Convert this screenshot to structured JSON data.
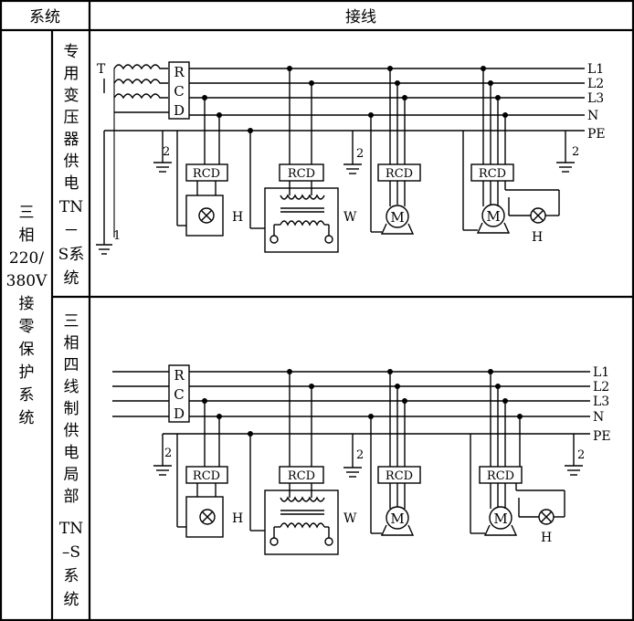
{
  "header": {
    "system": "系统",
    "wiring": "接线"
  },
  "left_label": [
    "三",
    "相",
    "220/",
    "380V",
    "接",
    "零",
    "保",
    "护",
    "系",
    "统"
  ],
  "sections": [
    {
      "label": [
        "专",
        "用",
        "变",
        "压",
        "器",
        "供",
        "电",
        "TN",
        "－",
        "S系",
        "统"
      ],
      "line_labels": [
        "L1",
        "L2",
        "L3",
        "N",
        "PE"
      ],
      "transformer": "T",
      "rcd_letters": [
        "R",
        "C",
        "D"
      ],
      "ground_labels": [
        "1",
        "2",
        "2",
        "2"
      ],
      "device_rcd": "RCD",
      "lamp_label": "H",
      "welder_label": "W",
      "motor_label": "M",
      "motor_lamp_label": "H"
    },
    {
      "label": [
        "三",
        "相",
        "四",
        "线",
        "制",
        "供",
        "电",
        "局",
        "部",
        "TN",
        "–S",
        "系",
        "统"
      ],
      "line_labels": [
        "L1",
        "L2",
        "L3",
        "N",
        "PE"
      ],
      "rcd_letters": [
        "R",
        "C",
        "D"
      ],
      "ground_labels": [
        "2",
        "2",
        "2"
      ],
      "device_rcd": "RCD",
      "lamp_label": "H",
      "welder_label": "W",
      "motor_label": "M",
      "motor_lamp_label": "H"
    }
  ]
}
